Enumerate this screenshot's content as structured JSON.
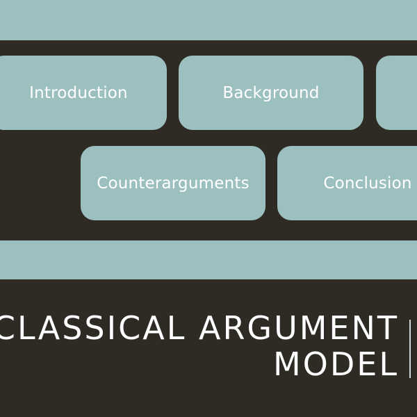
{
  "slide": {
    "boxes": {
      "introduction": "Introduction",
      "background": "Background",
      "counterarguments": "Counterarguments",
      "conclusion": "Conclusion"
    },
    "title": {
      "line1": "CLASSICAL ARGUMENT",
      "line2": "MODEL"
    }
  },
  "colors": {
    "background": "#2e2a24",
    "accent": "#9cbfbf",
    "text": "#ffffff"
  }
}
